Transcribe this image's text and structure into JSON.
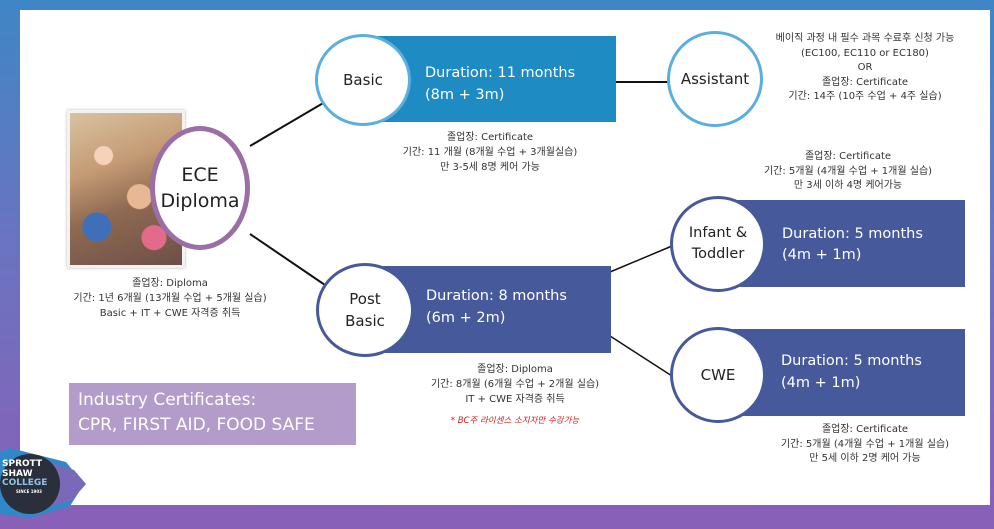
{
  "center": {
    "line1": "ECE",
    "line2": "Diploma"
  },
  "center_note": [
    "졸업장: Diploma",
    "기간: 1년 6개월 (13개월 수업 + 5개월 실습)",
    "Basic + IT + CWE 자격증 취득"
  ],
  "basic": {
    "label": "Basic",
    "duration": "Duration: 11 months",
    "breakdown": "(8m + 3m)",
    "note": [
      "졸업장: Certificate",
      "기간: 11 개월  (8개월 수업 + 3개월실습)",
      "만 3-5세 8명 케어 가능"
    ]
  },
  "assistant": {
    "label": "Assistant",
    "note": [
      "베이직 과정 내 필수 과목 수료후 신청 가능",
      "(EC100, EC110 or EC180)",
      "OR",
      "졸업장: Certificate",
      "기간: 14주 (10주 수업 + 4주 실습)"
    ]
  },
  "post_basic": {
    "line1": "Post",
    "line2": "Basic",
    "duration": "Duration: 8 months",
    "breakdown": "(6m + 2m)",
    "note": [
      "졸업장: Diploma",
      "기간: 8개월 (6개월 수업 + 2개월 실습)",
      "IT + CWE 자격증 취득"
    ],
    "footnote": "* BC주 라이센스 소지자만 수강가능"
  },
  "infant": {
    "line1": "Infant &",
    "line2": "Toddler",
    "duration": "Duration: 5 months",
    "breakdown": "(4m + 1m)",
    "note": [
      "졸업장: Certificate",
      "기간: 5개월 (4개월 수업 + 1개월 실습)",
      "만 3세 이하 4명 케어가능"
    ]
  },
  "cwe": {
    "label": "CWE",
    "duration": "Duration: 5 months",
    "breakdown": "(4m + 1m)",
    "note": [
      "졸업장: Certificate",
      "기간: 5개월 (4개월 수업 + 1개월 실습)",
      "만 5세 이하 2명 케어 가능"
    ]
  },
  "industry": {
    "line1": "Industry Certificates:",
    "line2": "CPR, FIRST AID, FOOD SAFE"
  },
  "logo": {
    "line1": "SPROTT",
    "line2": "SHAW",
    "line3": "COLLEGE",
    "line4": "SINCE 1903"
  },
  "colors": {
    "basic_rect": "#1e8bc3",
    "navy_rect": "#46599a",
    "basic_ring": "#5aaee0",
    "center_ring": "#9b6ea5",
    "industry_box": "#b39cc9",
    "footnote": "#d21e1e"
  }
}
